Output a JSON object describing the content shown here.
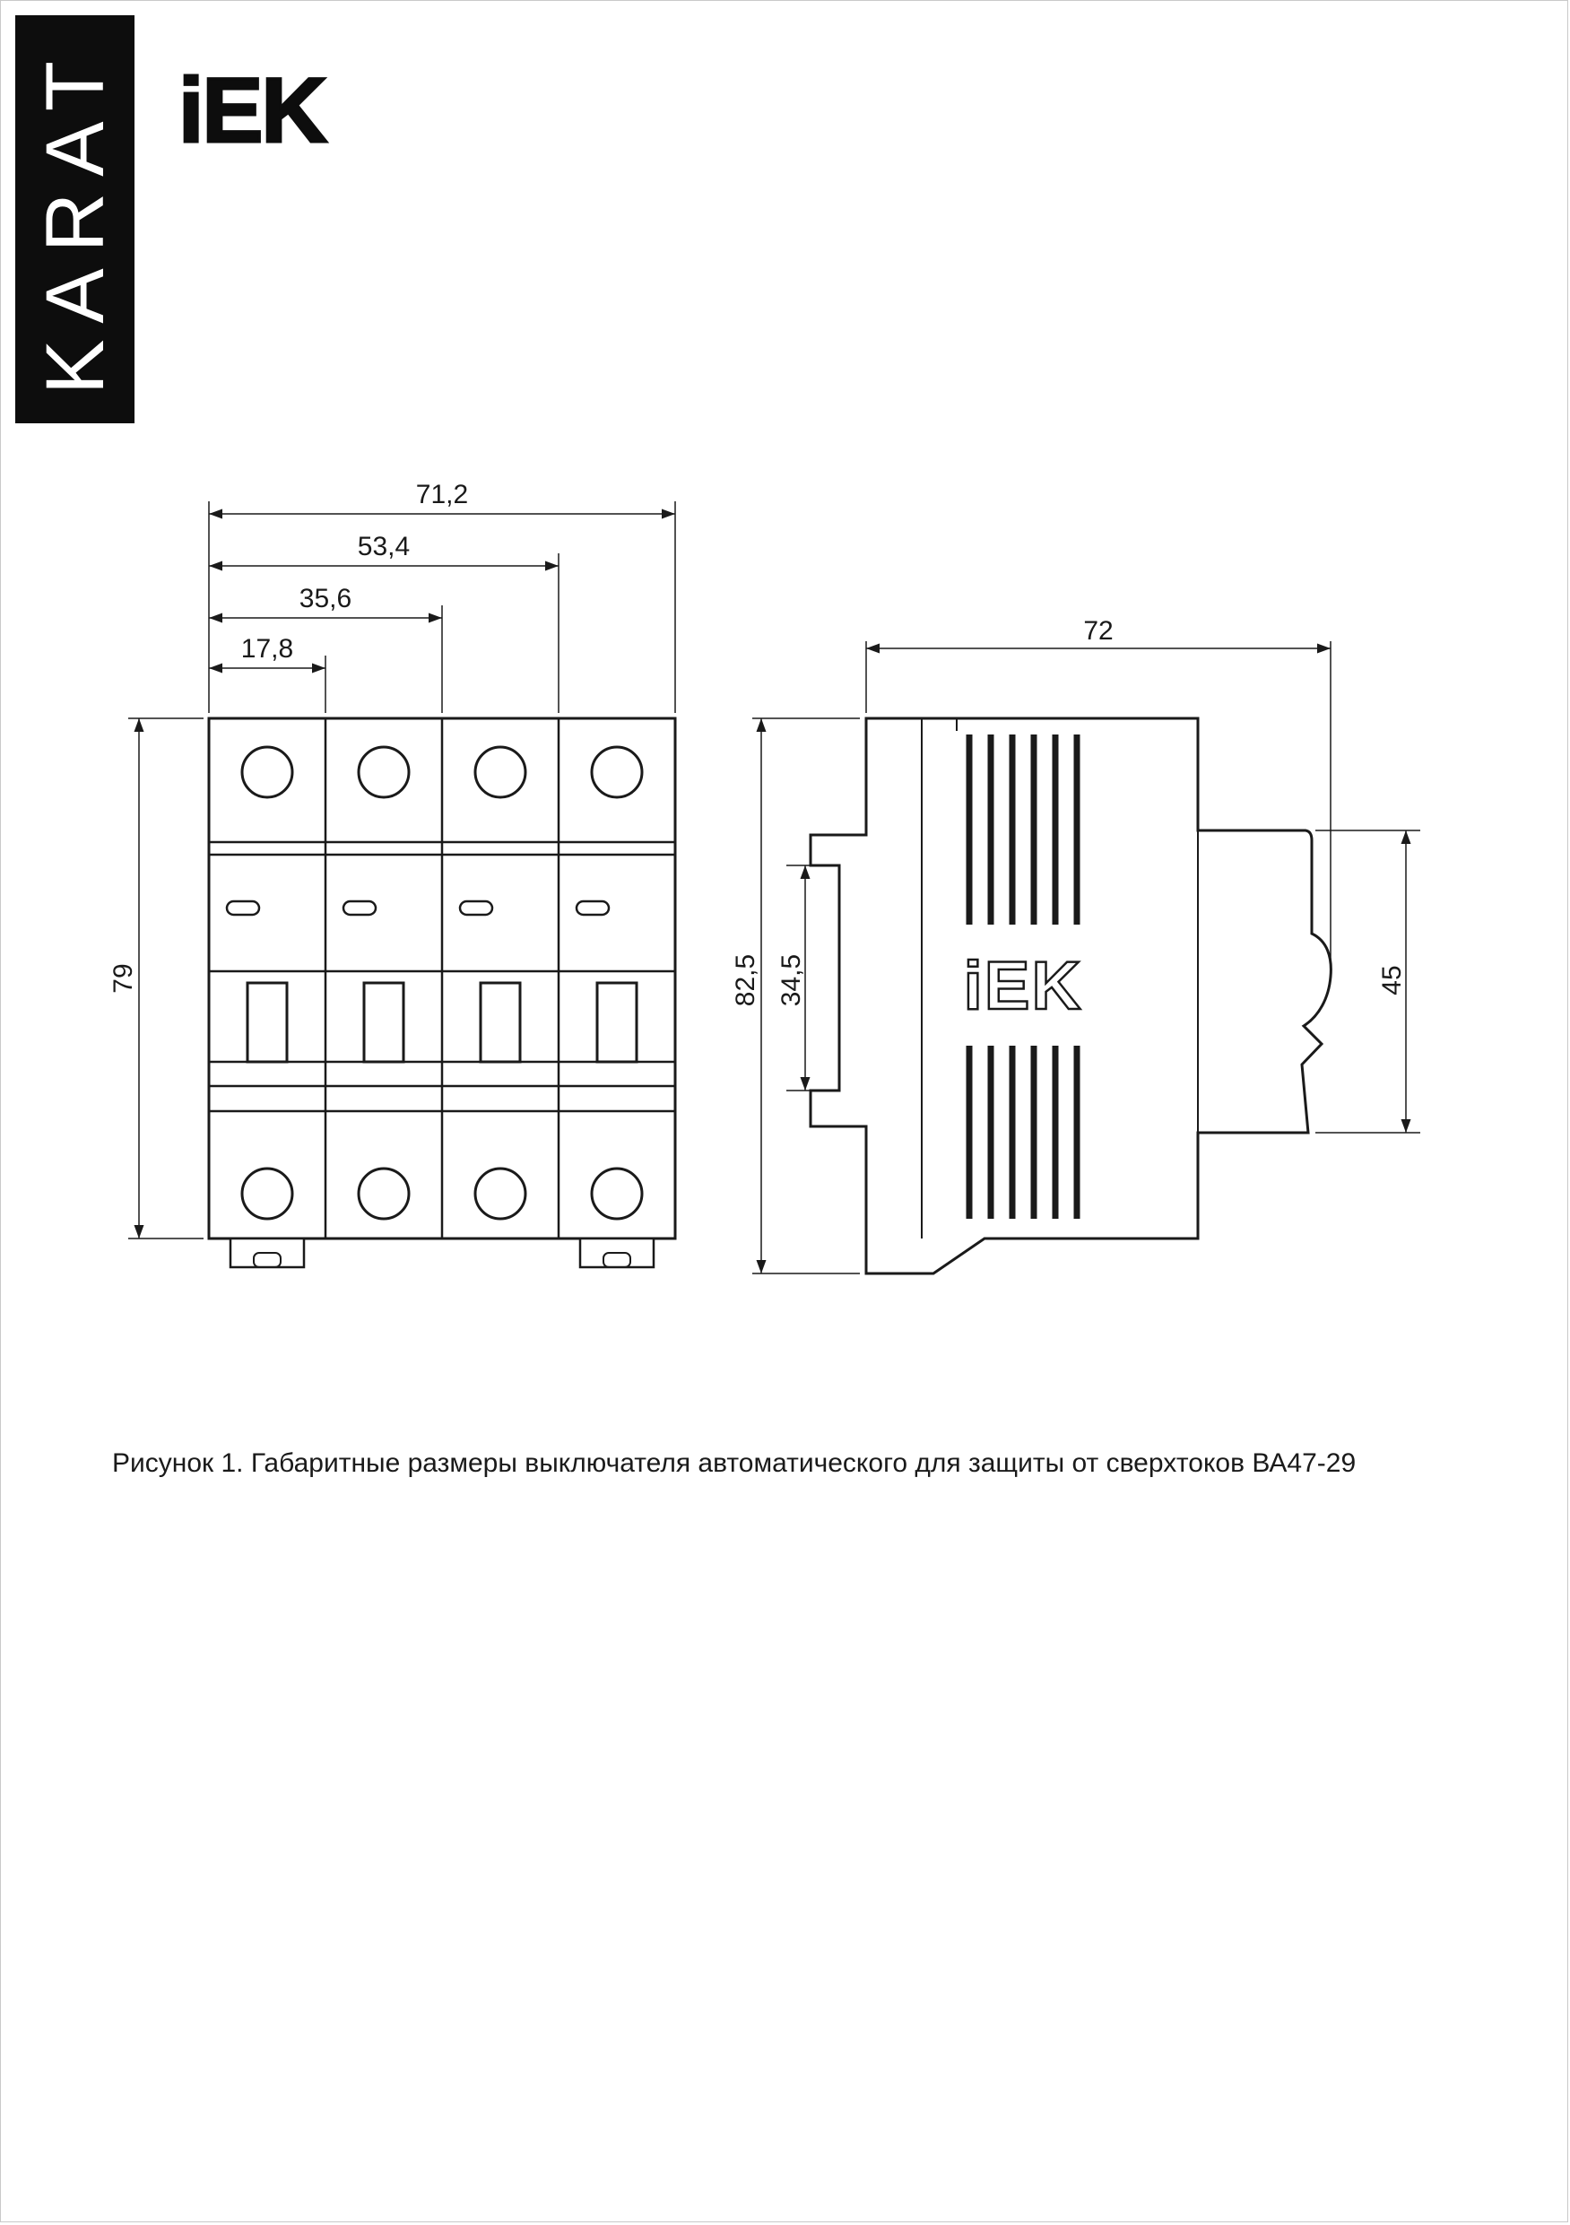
{
  "brand": {
    "karat": "KARAT",
    "iek": "iEK"
  },
  "drawing": {
    "front_view": {
      "dim_width_total": "71,2",
      "dim_width_3poles": "53,4",
      "dim_width_2poles": "35,6",
      "dim_width_1pole": "17,8",
      "dim_height": "79"
    },
    "side_view": {
      "logo": "iEK",
      "dim_depth_total": "72",
      "dim_height_total": "82,5",
      "dim_din_slot": "34,5",
      "dim_front_depth": "45"
    }
  },
  "figure": {
    "caption": "Рисунок 1. Габаритные размеры выключателя автоматического для защиты от сверхтоков ВА47-29"
  }
}
